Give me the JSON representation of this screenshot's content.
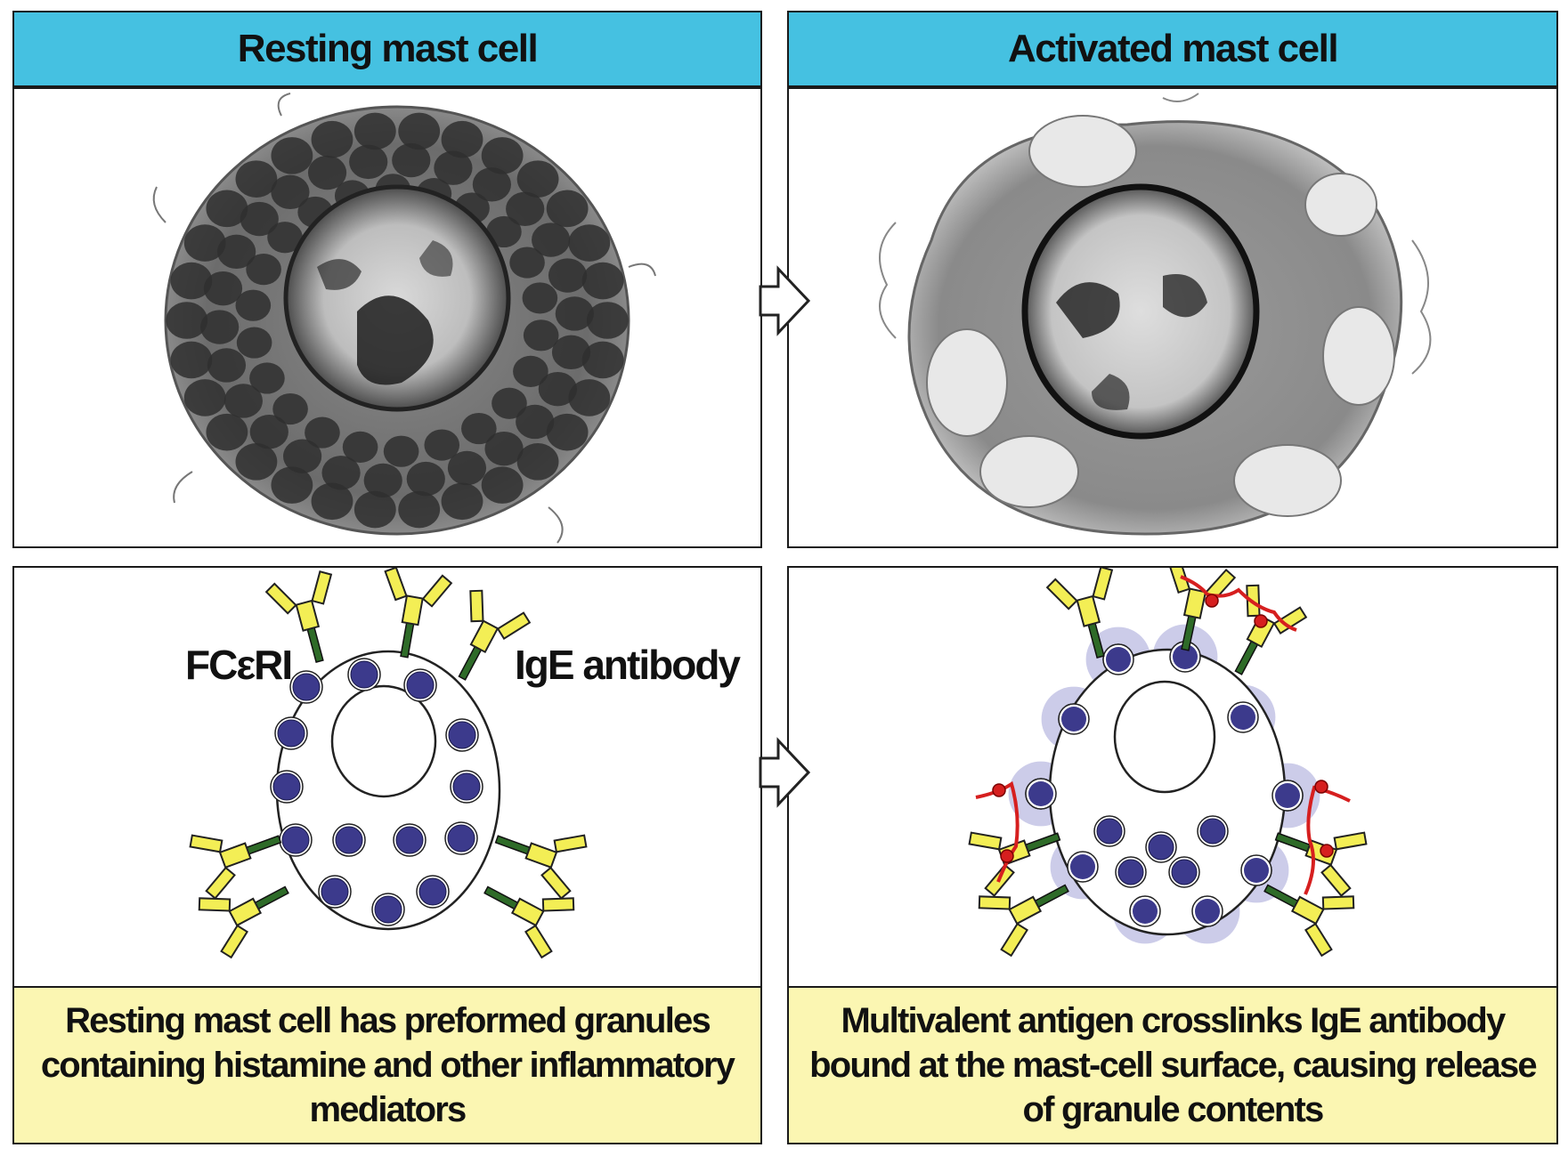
{
  "panels": {
    "left": {
      "title": "Resting mast cell",
      "caption": "Resting mast cell has preformed granules containing histamine and other inflammatory mediators",
      "labels": {
        "receptor": "FCεRI",
        "antibody": "IgE antibody"
      }
    },
    "right": {
      "title": "Activated mast cell",
      "caption": "Multivalent antigen crosslinks IgE antibody bound at the mast-cell surface, causing release of granule contents"
    }
  },
  "colors": {
    "header": "#45c1e1",
    "caption_bg": "#fbf6b2",
    "granule": "#3c3a8c",
    "granule_halo": "#6e6cc0",
    "antibody": "#f3ee55",
    "receptor": "#2e6b28",
    "antigen": "#d61f1f"
  },
  "icons": {
    "arrow": "right-arrow-icon",
    "antibody": "ige-antibody-icon",
    "granule": "granule-icon"
  }
}
